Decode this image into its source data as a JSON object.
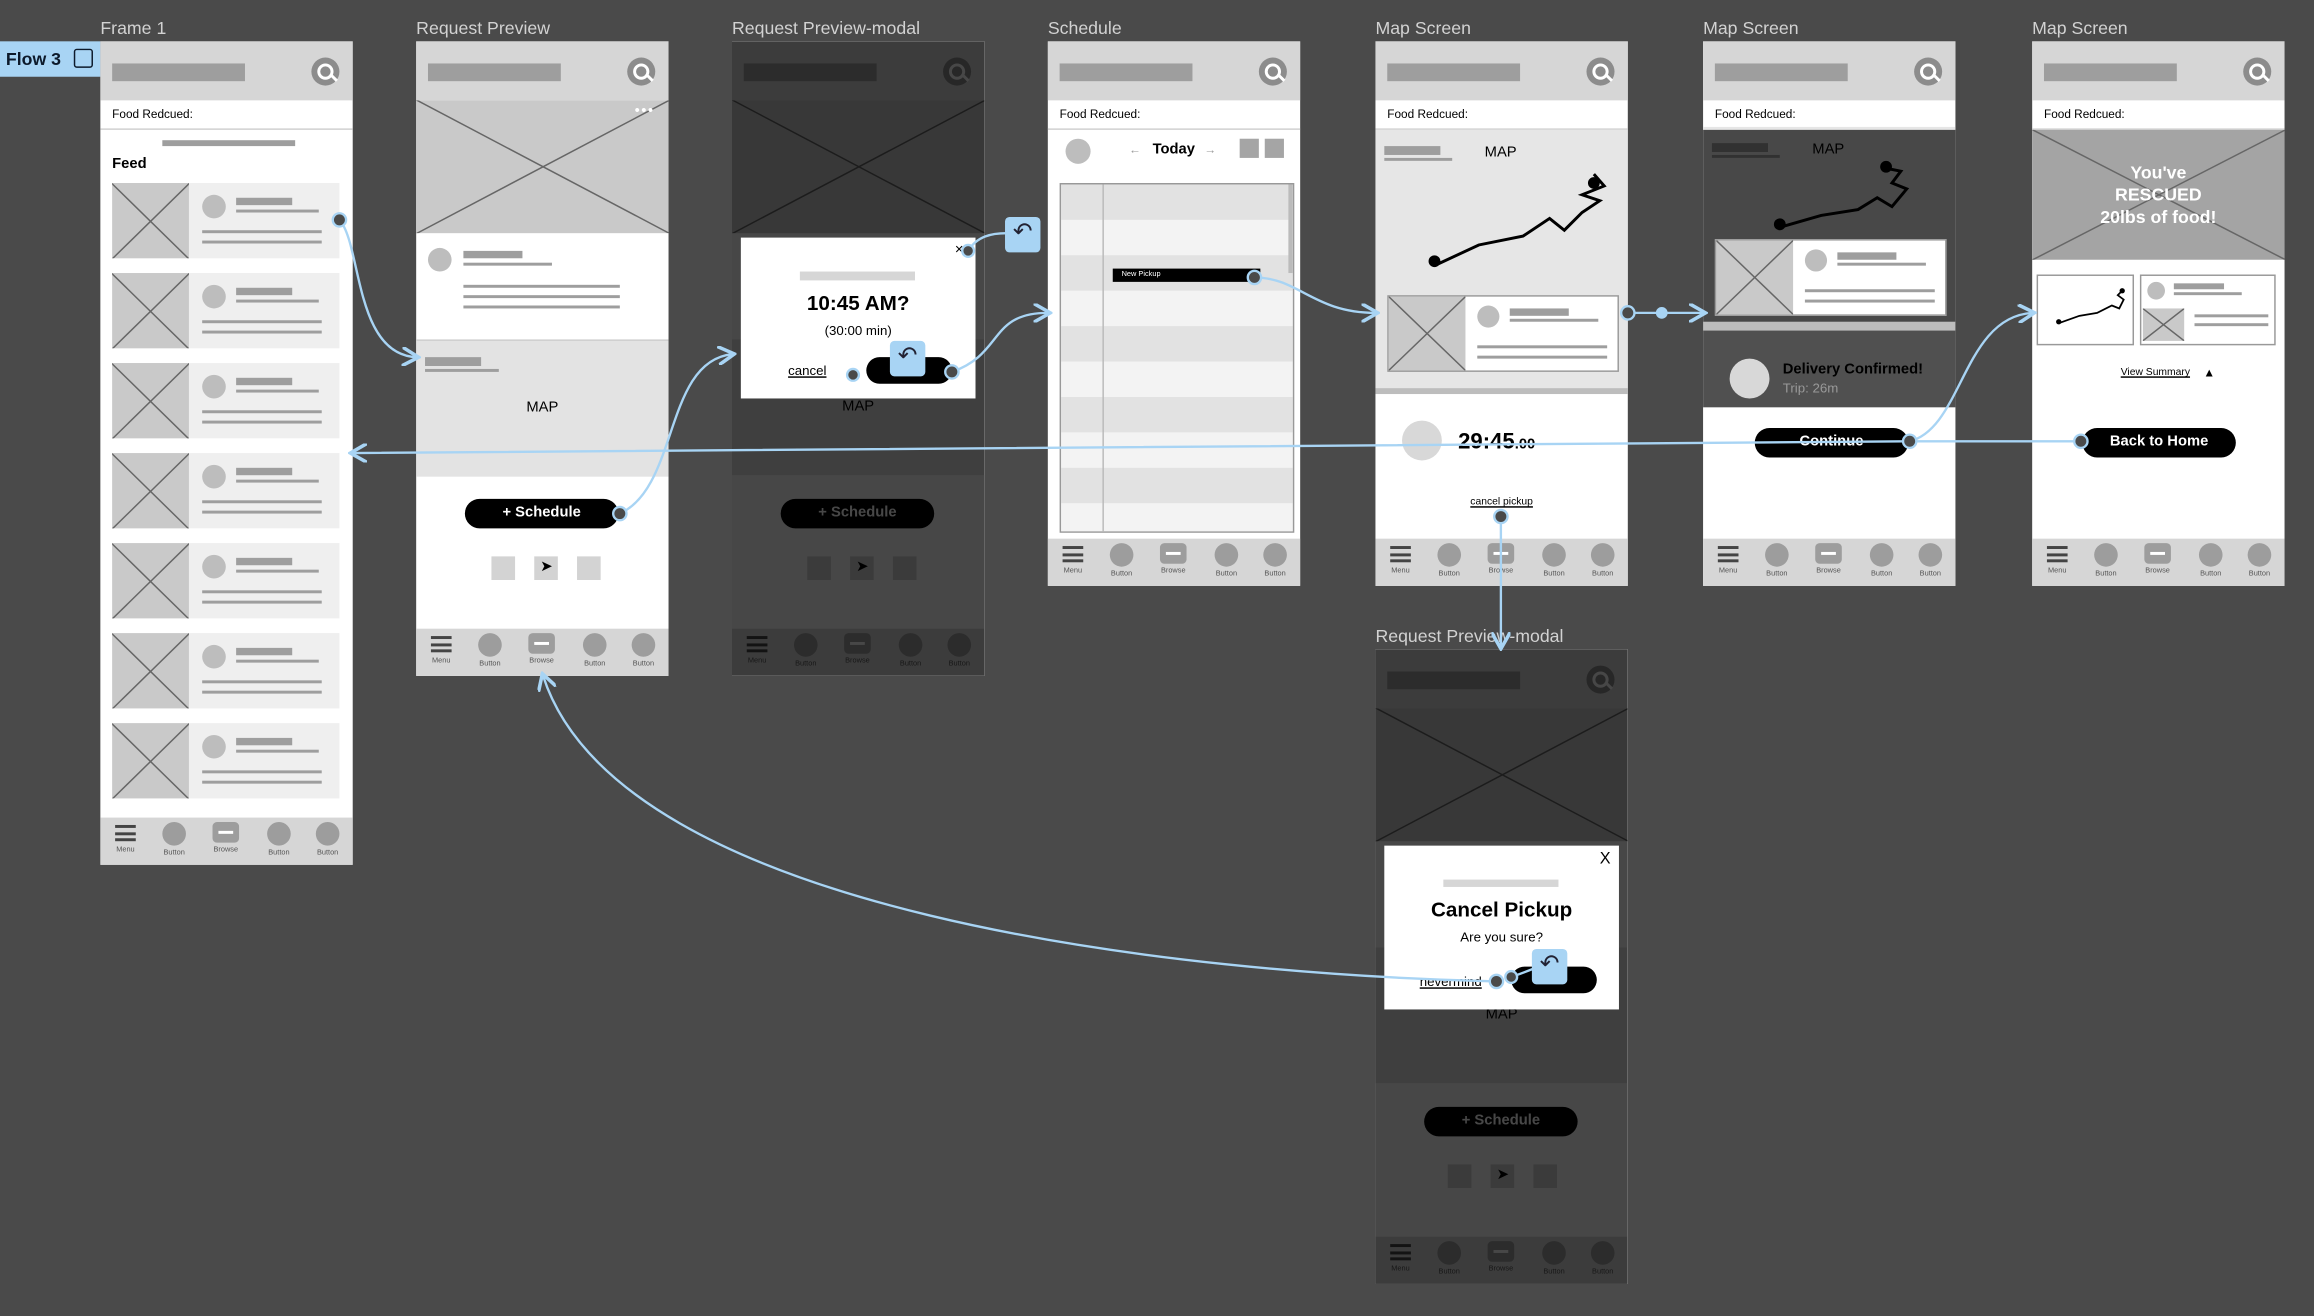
{
  "flow_tag": {
    "label": "Flow 3",
    "icon": "play-frame-icon"
  },
  "frame_titles": {
    "f1": "Frame 1",
    "f2": "Request Preview",
    "f3": "Request Preview-modal",
    "f4": "Schedule",
    "f5": "Map Screen",
    "f6": "Map Screen",
    "f7": "Map Screen",
    "f8": "Request Preview-modal"
  },
  "common": {
    "food_rescued_label": "Food Redcued:",
    "map_label": "MAP",
    "schedule_button": "+ Schedule",
    "nav": {
      "menu": "Menu",
      "button": "Button",
      "browse": "Browse"
    }
  },
  "frame1": {
    "feed_title": "Feed"
  },
  "modal1": {
    "time": "10:45 AM?",
    "duration": "(30:00 min)",
    "cancel": "cancel",
    "confirm": "..."
  },
  "schedule": {
    "prev": "←",
    "day": "Today",
    "next": "→",
    "event_label": "New Pickup"
  },
  "map1": {
    "timer": "29:45",
    "timer_suffix": ".00",
    "cancel_pickup": "cancel pickup"
  },
  "map2": {
    "delivery_confirmed": "Delivery Confirmed!",
    "trip": "Trip: 26m",
    "continue": "Continue"
  },
  "map3": {
    "rescued_line1": "You've",
    "rescued_line2": "RESCUED",
    "rescued_line3": "20lbs of food!",
    "view_summary": "View Summary",
    "summary_arrow": "▲",
    "back_home": "Back to Home"
  },
  "modal2": {
    "close": "X",
    "title": "Cancel Pickup",
    "subtitle": "Are you sure?",
    "nevermind": "nevermind"
  },
  "back_icon": "↶",
  "colors": {
    "canvas": "#4a4a4a",
    "connector": "#a8d4f4",
    "wire_gray": "#d6d6d6"
  }
}
